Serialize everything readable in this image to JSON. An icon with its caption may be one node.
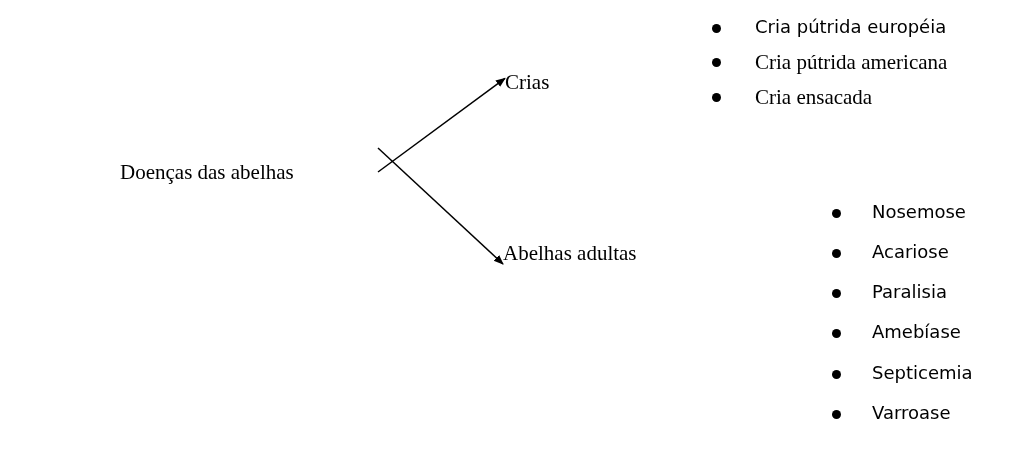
{
  "diagram": {
    "nodes": [
      {
        "text": [
          "Doenças das abelhas"
        ]
      },
      {
        "text": [
          "Crias"
        ]
      },
      {
        "text": [
          "Abelhas adultas"
        ]
      }
    ],
    "edges": [
      {
        "from": null,
        "to": 1,
        "arrow": "to"
      },
      {
        "from": null,
        "to": 2,
        "arrow": "to"
      }
    ],
    "labels": [
      "Cria pútrida européia",
      "Cria pútrida americana",
      "Cria ensacada",
      "Nosemose",
      "Acariose",
      "Paralisia",
      "Amebíase",
      "Septicemia",
      "Varroase"
    ]
  }
}
